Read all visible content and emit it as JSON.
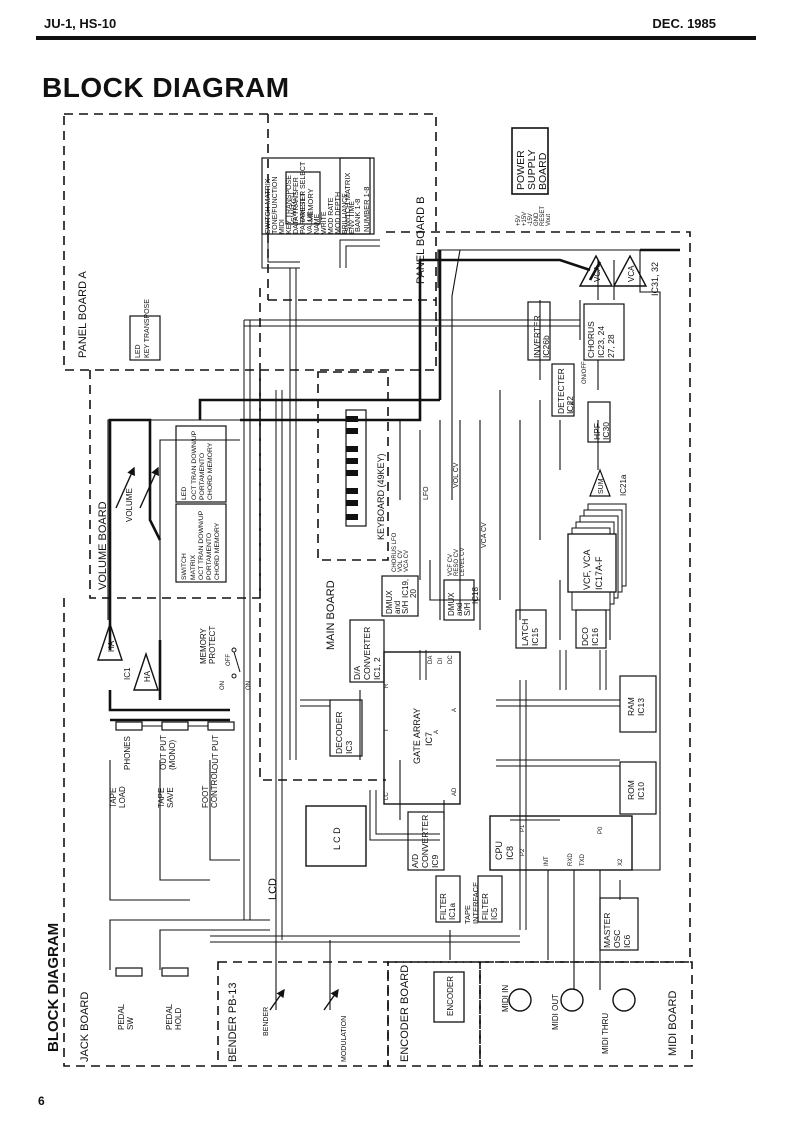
{
  "header": {
    "left": "JU-1, HS-10",
    "right": "DEC. 1985"
  },
  "title": "BLOCK DIAGRAM",
  "page_number": "6",
  "side_title": "BLOCK DIAGRAM",
  "boards": {
    "panel_a": "PANEL BOARD A",
    "panel_b": "PANEL BOARD B",
    "volume": "VOLUME BOARD",
    "main": "MAIN BOARD",
    "lcd": "LCD",
    "jack": "JACK BOARD",
    "bender": "BENDER PB-13",
    "encoder": "ENCODER BOARD",
    "midi": "MIDI BOARD",
    "power": [
      "POWER",
      "SUPPLY",
      "BOARD"
    ]
  },
  "power_rails": [
    "+5V",
    "+15V",
    "-15V",
    "GND",
    "RESET",
    "Vout"
  ],
  "switch_matrix_a": [
    "SWITCH MATRIX",
    "TONE/FUNCTION",
    "MIDI",
    "KEY TRANSPOSE",
    "DATA TRANSFER",
    "PARAMETER SELECT",
    "VALUE",
    "NAME",
    "WRITE",
    "MOD RATE",
    "MOD DEPTH",
    "BRILLIANCE",
    "ENV TIME"
  ],
  "switch_preset": [
    "SWITCH",
    "PRESET",
    "MEMORY"
  ],
  "switch_matrix_b": [
    "SWITCH MATRIX",
    "BANK 1-8",
    "NUMBER 1-8"
  ],
  "led_key": [
    "LED",
    "KEY TRANSPOSE"
  ],
  "led_vol": [
    "LED",
    "OCT TRAN DOWN/UP",
    "PORTAMENTO",
    "CHORD MEMORY"
  ],
  "switch_matrix_vol": [
    "SWITCH",
    "MATRIX",
    "OCT TRAN DOWN/UP",
    "PORTAMENTO",
    "CHORD MEMORY"
  ],
  "keyboard": "KEYBOARD (49KEY)",
  "volume": "VOLUME",
  "blocks": {
    "vca1": "VCA",
    "vca2": "VCA",
    "ic31": "IC31, 32",
    "inverter": [
      "INVERTER",
      "IC26b"
    ],
    "chorus": [
      "CHORUS",
      "IC23, 24",
      "27, 28"
    ],
    "detecter": [
      "DETECTER",
      "IC22"
    ],
    "hpf": [
      "HPF",
      "IC30"
    ],
    "sum": "SUM",
    "ic21a": "IC21a",
    "vcf": [
      "VCF, VCA",
      "IC17A-F"
    ],
    "dco": [
      "DCO",
      "IC16"
    ],
    "latch": [
      "LATCH",
      "IC15"
    ],
    "dmux1": [
      "DMUX",
      "and",
      "S/H",
      "IC19,",
      "20"
    ],
    "dmux2": [
      "DMUX",
      "and",
      "S/H",
      "IC18"
    ],
    "da": [
      "D/A",
      "CONVERTER",
      "IC1, 2"
    ],
    "gate": [
      "GATE ARRAY",
      "IC7"
    ],
    "decoder": [
      "DECODER",
      "IC3"
    ],
    "ram": [
      "RAM",
      "IC13"
    ],
    "rom": [
      "ROM",
      "IC10"
    ],
    "lcd": "L C D",
    "ad": [
      "A/D",
      "CONVERTER",
      "IC9"
    ],
    "cpu": [
      "CPU",
      "IC8"
    ],
    "filter1": [
      "FILTER",
      "IC1a"
    ],
    "tape_if": [
      "TAPE",
      "INTERFACE"
    ],
    "filter2": [
      "FILTER",
      "IC5"
    ],
    "master_osc": [
      "MASTER",
      "OSC",
      "IC6"
    ],
    "encoder": "ENCODER",
    "ha1": "HA",
    "ha2": "HA",
    "ic1": "IC1"
  },
  "signal_labels": {
    "lfo": "LFO",
    "vol_cv": "VOL CV",
    "vca_cv": "VCA CV",
    "dmux1_out": [
      "CHORUS LFO",
      "VOL CV",
      "VCA CV"
    ],
    "dmux2_out": [
      "VCF CV",
      "RESO CV",
      "LEVEL CV"
    ],
    "on_off": "ON/OFF",
    "l_r": "L, R",
    "mem_protect": [
      "MEMORY",
      "PROTECT"
    ],
    "off": "OFF",
    "on1": "ON",
    "on2": "ON",
    "da_pins": [
      "DA",
      "DI",
      "DC"
    ],
    "gate_pins": [
      "R",
      "T",
      "A",
      "A",
      "LC",
      "AD"
    ],
    "cpu_pins": [
      "P1",
      "P2",
      "P0",
      "INT",
      "RXD",
      "TXD",
      "X2"
    ]
  },
  "jacks": {
    "phones": "PHONES",
    "out_mono": [
      "OUT PUT",
      "(MONO)"
    ],
    "out_put": "OUT PUT",
    "tape_load": [
      "TAPE",
      "LOAD"
    ],
    "tape_save": [
      "TAPE",
      "SAVE"
    ],
    "foot": [
      "FOOT",
      "CONTROL"
    ],
    "pedal_sw": [
      "PEDAL",
      "SW"
    ],
    "pedal_hold": [
      "PEDAL",
      "HOLD"
    ]
  },
  "bender": {
    "bender": "BENDER",
    "modulation": "MODULATION"
  },
  "midi": {
    "in": "MIDI IN",
    "out": "MIDI OUT",
    "thru": "MIDI THRU"
  }
}
